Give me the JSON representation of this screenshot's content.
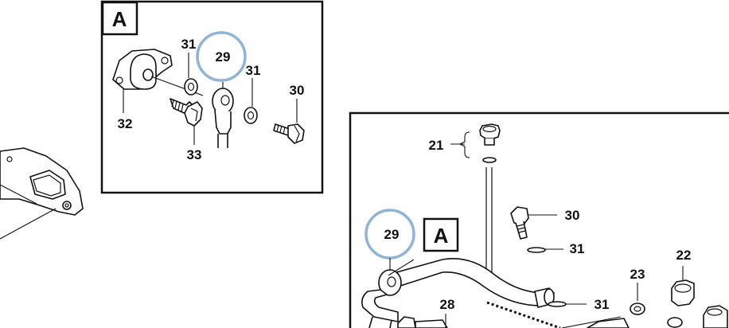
{
  "colors": {
    "line": "#111111",
    "highlight": "#8fb4d6",
    "background": "#ffffff"
  },
  "detail_box": {
    "title": "A"
  },
  "main_box": {
    "callout": "A"
  },
  "detail_labels": {
    "p31_left": "31",
    "p29": "29",
    "p31_right": "31",
    "p30": "30",
    "p32": "32",
    "p33": "33"
  },
  "main_labels": {
    "p21": "21",
    "p30": "30",
    "p31_upper": "31",
    "p22": "22",
    "p23": "23",
    "p29": "29",
    "p31_lower": "31",
    "p28": "28"
  }
}
